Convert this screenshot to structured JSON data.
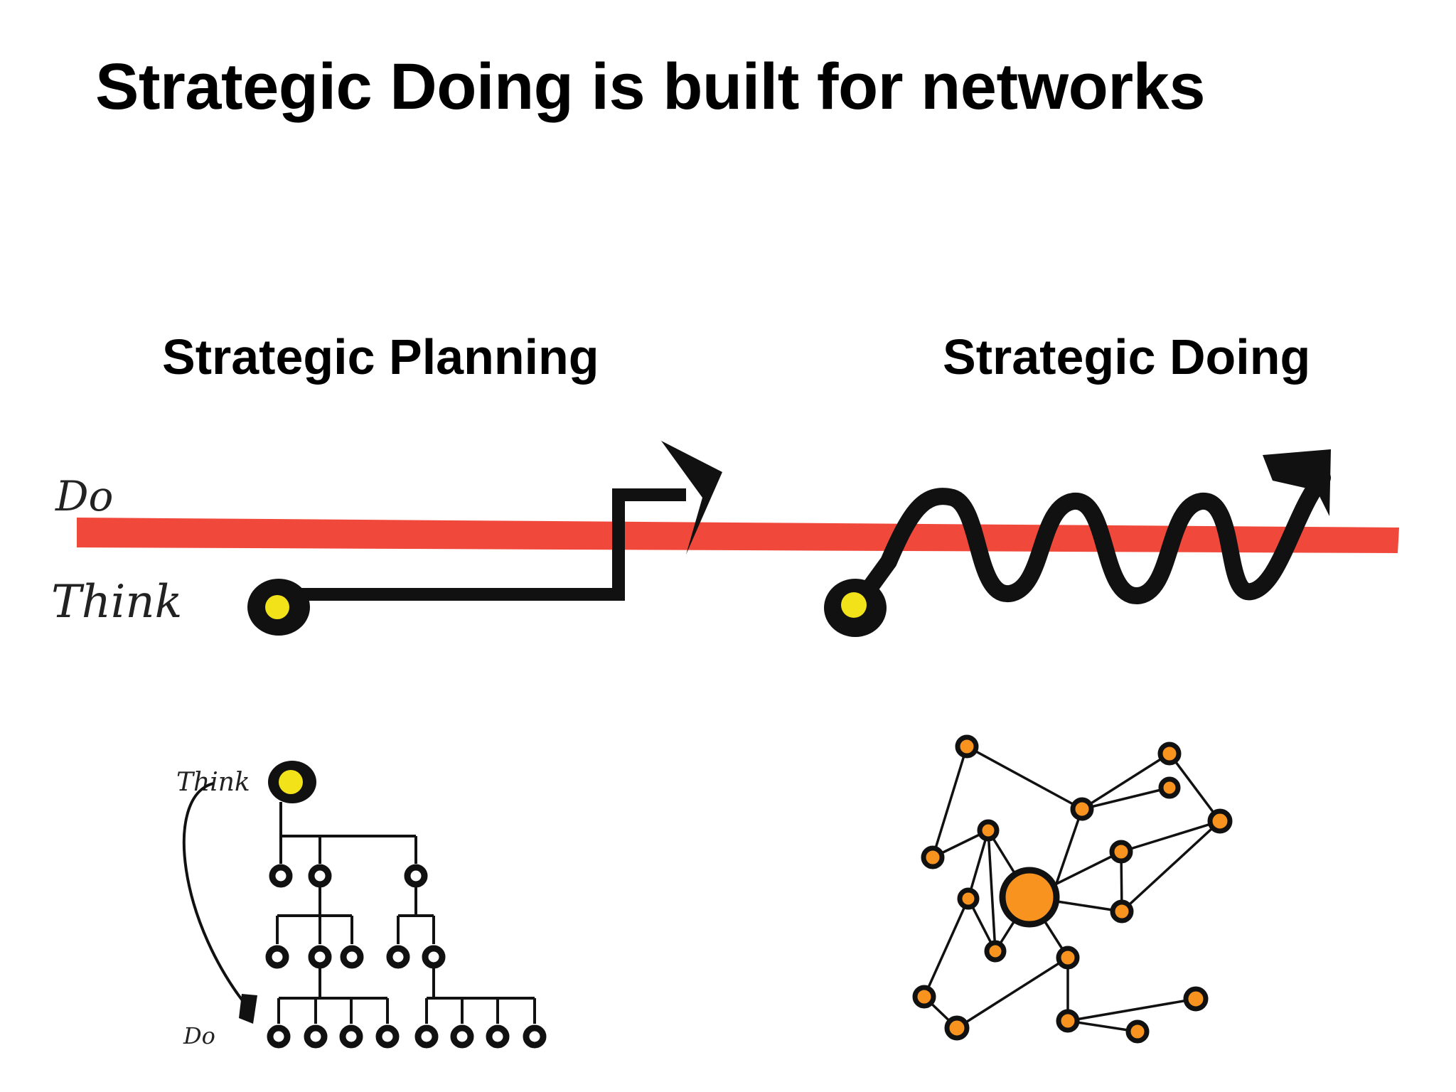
{
  "slide": {
    "title": "Strategic Doing is built for networks"
  },
  "columns": {
    "left_heading": "Strategic Planning",
    "right_heading": "Strategic Doing"
  },
  "axis_labels": {
    "do": "Do",
    "think": "Think"
  },
  "hierarchy_labels": {
    "top": "Think",
    "bottom": "Do"
  },
  "colors": {
    "band": "#ef3b2c",
    "path": "#111111",
    "start_dot": "#f2e21a",
    "network_node": "#f7931e",
    "ink": "#000000"
  },
  "icons": {
    "planning_path": "step-arrow-icon",
    "doing_path": "wave-arrow-icon",
    "hierarchy": "org-tree-icon",
    "network": "network-graph-icon"
  }
}
